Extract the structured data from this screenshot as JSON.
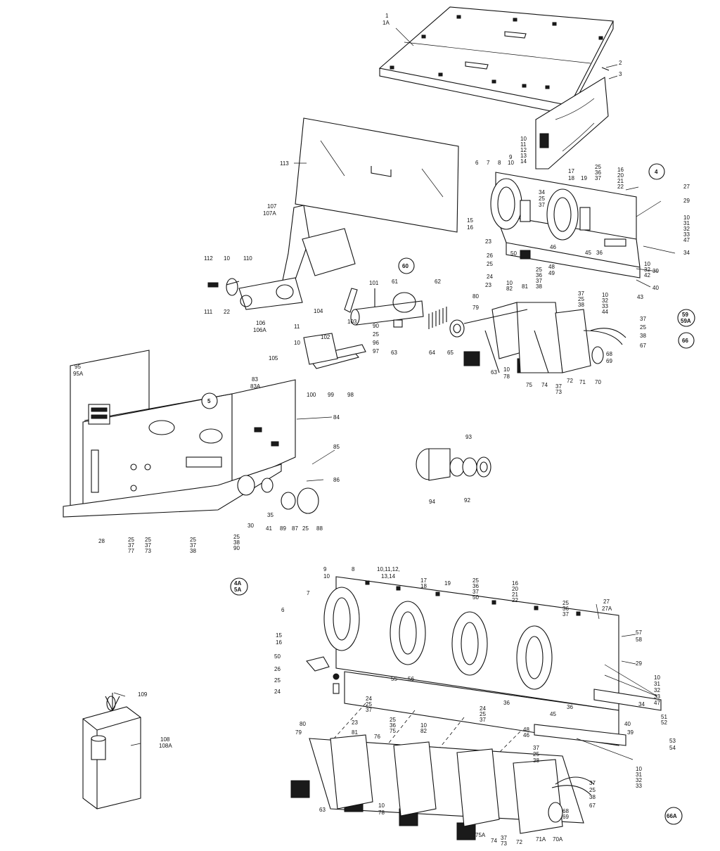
{
  "labels": [
    {
      "id": "l1",
      "t": "1"
    },
    {
      "id": "l1a",
      "t": "1A"
    },
    {
      "id": "l2",
      "t": "2"
    },
    {
      "id": "l3",
      "t": "3"
    },
    {
      "id": "l113",
      "t": "113"
    },
    {
      "id": "l107",
      "t": "107"
    },
    {
      "id": "l107a",
      "t": "107A"
    },
    {
      "id": "l112",
      "t": "112"
    },
    {
      "id": "l10a",
      "t": "10"
    },
    {
      "id": "l110",
      "t": "110"
    },
    {
      "id": "l111",
      "t": "111"
    },
    {
      "id": "l22",
      "t": "22"
    },
    {
      "id": "l106",
      "t": "106"
    },
    {
      "id": "l106a",
      "t": "106A"
    },
    {
      "id": "l101",
      "t": "101"
    },
    {
      "id": "l61",
      "t": "61"
    },
    {
      "id": "l62",
      "t": "62"
    },
    {
      "id": "l104",
      "t": "104"
    },
    {
      "id": "l102",
      "t": "102"
    },
    {
      "id": "l103",
      "t": "103"
    },
    {
      "id": "l11",
      "t": "11"
    },
    {
      "id": "l10b",
      "t": "10"
    },
    {
      "id": "l105",
      "t": "105"
    },
    {
      "id": "l90",
      "t": "90"
    },
    {
      "id": "l25a",
      "t": "25"
    },
    {
      "id": "l96",
      "t": "96"
    },
    {
      "id": "l97",
      "t": "97"
    },
    {
      "id": "l63a",
      "t": "63"
    },
    {
      "id": "l64",
      "t": "64"
    },
    {
      "id": "l65",
      "t": "65"
    },
    {
      "id": "l100",
      "t": "100"
    },
    {
      "id": "l99",
      "t": "99"
    },
    {
      "id": "l98",
      "t": "98"
    },
    {
      "id": "l6a",
      "t": "6"
    },
    {
      "id": "l7a",
      "t": "7"
    },
    {
      "id": "l8a",
      "t": "8"
    },
    {
      "id": "l9a",
      "t": "9"
    },
    {
      "id": "l10c",
      "t": "10"
    },
    {
      "id": "l10_14",
      "t": "10"
    },
    {
      "id": "l11_14",
      "t": "11"
    },
    {
      "id": "l12_14",
      "t": "12"
    },
    {
      "id": "l13_14",
      "t": "13"
    },
    {
      "id": "l14_14",
      "t": "14"
    },
    {
      "id": "l15a",
      "t": "15"
    },
    {
      "id": "l16a",
      "t": "16"
    },
    {
      "id": "l34a",
      "t": "34"
    },
    {
      "id": "l25b",
      "t": "25"
    },
    {
      "id": "l37a",
      "t": "37"
    },
    {
      "id": "l17a",
      "t": "17"
    },
    {
      "id": "l18a",
      "t": "18"
    },
    {
      "id": "l19a",
      "t": "19"
    },
    {
      "id": "l25c",
      "t": "25"
    },
    {
      "id": "l36a",
      "t": "36"
    },
    {
      "id": "l37b",
      "t": "37"
    },
    {
      "id": "l16b",
      "t": "16"
    },
    {
      "id": "l20a",
      "t": "20"
    },
    {
      "id": "l21a",
      "t": "21"
    },
    {
      "id": "l22a",
      "t": "22"
    },
    {
      "id": "l27a",
      "t": "27"
    },
    {
      "id": "l29a",
      "t": "29"
    },
    {
      "id": "l10d",
      "t": "10"
    },
    {
      "id": "l31a",
      "t": "31"
    },
    {
      "id": "l32a",
      "t": "32"
    },
    {
      "id": "l33a",
      "t": "33"
    },
    {
      "id": "l47a",
      "t": "47"
    },
    {
      "id": "l34b",
      "t": "34"
    },
    {
      "id": "l23a",
      "t": "23"
    },
    {
      "id": "l26a",
      "t": "26"
    },
    {
      "id": "l25d",
      "t": "25"
    },
    {
      "id": "l24a",
      "t": "24"
    },
    {
      "id": "l50a",
      "t": "50"
    },
    {
      "id": "l46a",
      "t": "46"
    },
    {
      "id": "l45a",
      "t": "45"
    },
    {
      "id": "l36b",
      "t": "36"
    },
    {
      "id": "l48a",
      "t": "48"
    },
    {
      "id": "l49a",
      "t": "49"
    },
    {
      "id": "l25e",
      "t": "25"
    },
    {
      "id": "l36c",
      "t": "36"
    },
    {
      "id": "l37c",
      "t": "37"
    },
    {
      "id": "l38a",
      "t": "38"
    },
    {
      "id": "l10e",
      "t": "10"
    },
    {
      "id": "l32b",
      "t": "32"
    },
    {
      "id": "l42a",
      "t": "42"
    },
    {
      "id": "l39a",
      "t": "39"
    },
    {
      "id": "l40a",
      "t": "40"
    },
    {
      "id": "l43a",
      "t": "43"
    },
    {
      "id": "l80a",
      "t": "80"
    },
    {
      "id": "l23b",
      "t": "23"
    },
    {
      "id": "l79a",
      "t": "79"
    },
    {
      "id": "l10f",
      "t": "10"
    },
    {
      "id": "l82a",
      "t": "82"
    },
    {
      "id": "l81a",
      "t": "81"
    },
    {
      "id": "l37d",
      "t": "37"
    },
    {
      "id": "l25f",
      "t": "25"
    },
    {
      "id": "l38b",
      "t": "38"
    },
    {
      "id": "l10g",
      "t": "10"
    },
    {
      "id": "l32c",
      "t": "32"
    },
    {
      "id": "l33b",
      "t": "33"
    },
    {
      "id": "l44a",
      "t": "44"
    },
    {
      "id": "l37e",
      "t": "37"
    },
    {
      "id": "l25g",
      "t": "25"
    },
    {
      "id": "l38c",
      "t": "38"
    },
    {
      "id": "l67a",
      "t": "67"
    },
    {
      "id": "l68a",
      "t": "68"
    },
    {
      "id": "l69a",
      "t": "69"
    },
    {
      "id": "l70a",
      "t": "70"
    },
    {
      "id": "l71a",
      "t": "71"
    },
    {
      "id": "l72a",
      "t": "72"
    },
    {
      "id": "l37f",
      "t": "37"
    },
    {
      "id": "l73a",
      "t": "73"
    },
    {
      "id": "l74a",
      "t": "74"
    },
    {
      "id": "l75a",
      "t": "75"
    },
    {
      "id": "l10h",
      "t": "10"
    },
    {
      "id": "l78a",
      "t": "78"
    },
    {
      "id": "l63b",
      "t": "63"
    },
    {
      "id": "l95",
      "t": "95"
    },
    {
      "id": "l95a",
      "t": "95A"
    },
    {
      "id": "l83",
      "t": "83"
    },
    {
      "id": "l83a",
      "t": "83A"
    },
    {
      "id": "l84",
      "t": "84"
    },
    {
      "id": "l85",
      "t": "85"
    },
    {
      "id": "l86",
      "t": "86"
    },
    {
      "id": "l28a",
      "t": "28"
    },
    {
      "id": "l25h",
      "t": "25"
    },
    {
      "id": "l37g",
      "t": "37"
    },
    {
      "id": "l77a",
      "t": "77"
    },
    {
      "id": "l25i",
      "t": "25"
    },
    {
      "id": "l37h",
      "t": "37"
    },
    {
      "id": "l73b",
      "t": "73"
    },
    {
      "id": "l25j",
      "t": "25"
    },
    {
      "id": "l37i",
      "t": "37"
    },
    {
      "id": "l38d",
      "t": "38"
    },
    {
      "id": "l25k",
      "t": "25"
    },
    {
      "id": "l38e",
      "t": "38"
    },
    {
      "id": "l90b",
      "t": "90"
    },
    {
      "id": "l30a",
      "t": "30"
    },
    {
      "id": "l41a",
      "t": "41"
    },
    {
      "id": "l35a",
      "t": "35"
    },
    {
      "id": "l89",
      "t": "89"
    },
    {
      "id": "l87",
      "t": "87"
    },
    {
      "id": "l25l",
      "t": "25"
    },
    {
      "id": "l88",
      "t": "88"
    },
    {
      "id": "l93",
      "t": "93"
    },
    {
      "id": "l94",
      "t": "94"
    },
    {
      "id": "l92",
      "t": "92"
    },
    {
      "id": "m9",
      "t": "9"
    },
    {
      "id": "m10",
      "t": "10"
    },
    {
      "id": "m8",
      "t": "8"
    },
    {
      "id": "m10_14",
      "t": "10,11,12,"
    },
    {
      "id": "m13_14",
      "t": "13,14"
    },
    {
      "id": "m17",
      "t": "17"
    },
    {
      "id": "m18",
      "t": "18"
    },
    {
      "id": "m19",
      "t": "19"
    },
    {
      "id": "m25a",
      "t": "25"
    },
    {
      "id": "m36a",
      "t": "36"
    },
    {
      "id": "m37a",
      "t": "37"
    },
    {
      "id": "m50a",
      "t": "50"
    },
    {
      "id": "m16",
      "t": "16"
    },
    {
      "id": "m20",
      "t": "20"
    },
    {
      "id": "m21",
      "t": "21"
    },
    {
      "id": "m22",
      "t": "22"
    },
    {
      "id": "m25b",
      "t": "25"
    },
    {
      "id": "m36b",
      "t": "36"
    },
    {
      "id": "m37b",
      "t": "37"
    },
    {
      "id": "m27",
      "t": "27"
    },
    {
      "id": "m27a",
      "t": "27A"
    },
    {
      "id": "m57",
      "t": "57"
    },
    {
      "id": "m58",
      "t": "58"
    },
    {
      "id": "m7",
      "t": "7"
    },
    {
      "id": "m6",
      "t": "6"
    },
    {
      "id": "m15",
      "t": "15"
    },
    {
      "id": "m16b",
      "t": "16"
    },
    {
      "id": "m50b",
      "t": "50"
    },
    {
      "id": "m26",
      "t": "26"
    },
    {
      "id": "m25c",
      "t": "25"
    },
    {
      "id": "m24",
      "t": "24"
    },
    {
      "id": "m55",
      "t": "55"
    },
    {
      "id": "m56",
      "t": "56"
    },
    {
      "id": "m29",
      "t": "29"
    },
    {
      "id": "m10b",
      "t": "10"
    },
    {
      "id": "m31",
      "t": "31"
    },
    {
      "id": "m32",
      "t": "32"
    },
    {
      "id": "m33",
      "t": "33"
    },
    {
      "id": "m47",
      "t": "47"
    },
    {
      "id": "m24b",
      "t": "24"
    },
    {
      "id": "m25d",
      "t": "25"
    },
    {
      "id": "m37c",
      "t": "37"
    },
    {
      "id": "m36c",
      "t": "36"
    },
    {
      "id": "m45",
      "t": "45"
    },
    {
      "id": "m36d",
      "t": "36"
    },
    {
      "id": "m34",
      "t": "34"
    },
    {
      "id": "m51",
      "t": "51"
    },
    {
      "id": "m52",
      "t": "52"
    },
    {
      "id": "m24c",
      "t": "24"
    },
    {
      "id": "m25e",
      "t": "25"
    },
    {
      "id": "m37d",
      "t": "37"
    },
    {
      "id": "m48",
      "t": "48"
    },
    {
      "id": "m46",
      "t": "46"
    },
    {
      "id": "m40",
      "t": "40"
    },
    {
      "id": "m39",
      "t": "39"
    },
    {
      "id": "m53",
      "t": "53"
    },
    {
      "id": "m54",
      "t": "54"
    },
    {
      "id": "m10c",
      "t": "10"
    },
    {
      "id": "m31b",
      "t": "31"
    },
    {
      "id": "m32b",
      "t": "32"
    },
    {
      "id": "m33b",
      "t": "33"
    },
    {
      "id": "m80",
      "t": "80"
    },
    {
      "id": "m23",
      "t": "23"
    },
    {
      "id": "m79",
      "t": "79"
    },
    {
      "id": "m81",
      "t": "81"
    },
    {
      "id": "m25f",
      "t": "25"
    },
    {
      "id": "m36e",
      "t": "36"
    },
    {
      "id": "m75",
      "t": "75"
    },
    {
      "id": "m76",
      "t": "76"
    },
    {
      "id": "m10d",
      "t": "10"
    },
    {
      "id": "m82",
      "t": "82"
    },
    {
      "id": "m37e",
      "t": "37"
    },
    {
      "id": "m25g",
      "t": "25"
    },
    {
      "id": "m38",
      "t": "38"
    },
    {
      "id": "m37f",
      "t": "37"
    },
    {
      "id": "m25h",
      "t": "25"
    },
    {
      "id": "m38b",
      "t": "38"
    },
    {
      "id": "m67",
      "t": "67"
    },
    {
      "id": "m68",
      "t": "68"
    },
    {
      "id": "m69",
      "t": "69"
    },
    {
      "id": "m63",
      "t": "63"
    },
    {
      "id": "m10e",
      "t": "10"
    },
    {
      "id": "m78",
      "t": "78"
    },
    {
      "id": "m75a",
      "t": "75A"
    },
    {
      "id": "m74",
      "t": "74"
    },
    {
      "id": "m37g",
      "t": "37"
    },
    {
      "id": "m73",
      "t": "73"
    },
    {
      "id": "m72",
      "t": "72"
    },
    {
      "id": "m71a",
      "t": "71A"
    },
    {
      "id": "m70a",
      "t": "70A"
    },
    {
      "id": "l109",
      "t": "109"
    },
    {
      "id": "l108",
      "t": "108"
    },
    {
      "id": "l108a",
      "t": "108A"
    }
  ],
  "callouts": {
    "c60": "60",
    "c4": "4",
    "c5": "5",
    "c59": "59",
    "c59a": "59A",
    "c66": "66",
    "c4a": "4A",
    "c5a": "5A",
    "c66a": "66A"
  }
}
